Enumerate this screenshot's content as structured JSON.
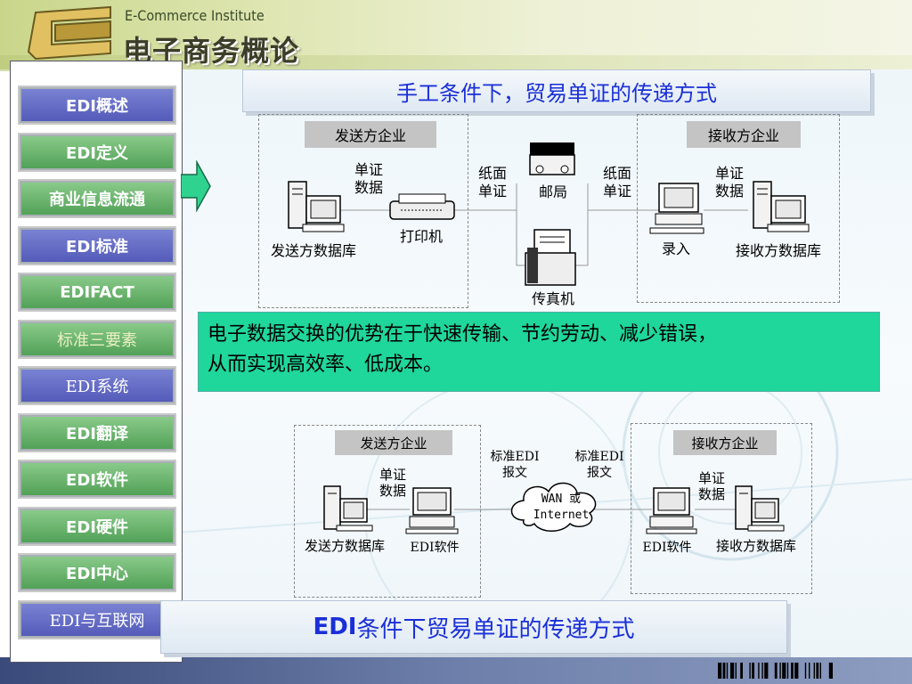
{
  "header": {
    "subtitle": "E-Commerce Institute",
    "course_title": "电子商务概论"
  },
  "sidebar": {
    "items": [
      {
        "label": "EDI概述",
        "style": "blue"
      },
      {
        "label": "EDI定义",
        "style": "green"
      },
      {
        "label": "商业信息流通",
        "style": "green"
      },
      {
        "label": "EDI标准",
        "style": "blue"
      },
      {
        "label": "EDIFACT",
        "style": "active"
      },
      {
        "label": "标准三要素",
        "style": "dim"
      },
      {
        "label": "EDI系统",
        "style": "blue"
      },
      {
        "label": "EDI翻译",
        "style": "green"
      },
      {
        "label": "EDI软件",
        "style": "green"
      },
      {
        "label": "EDI硬件",
        "style": "green"
      },
      {
        "label": "EDI中心",
        "style": "green"
      },
      {
        "label": "EDI与互联网",
        "style": "blue"
      }
    ]
  },
  "manual_diagram": {
    "title": "手工条件下，贸易单证的传递方式",
    "sender_label": "发送方企业",
    "receiver_label": "接收方企业",
    "doc_data_left": [
      "单证",
      "数据"
    ],
    "printer": "打印机",
    "sender_db": "发送方数据库",
    "paper_doc_left": [
      "纸面",
      "单证"
    ],
    "post_office": "邮局",
    "paper_doc_right": [
      "纸面",
      "单证"
    ],
    "fax": "传真机",
    "entry": "录入",
    "doc_data_right": [
      "单证",
      "数据"
    ],
    "receiver_db": "接收方数据库"
  },
  "advantage_text": {
    "line1": "电子数据交换的优势在于快速传输、节约劳动、减少错误，",
    "line2": "从而实现高效率、低成本。"
  },
  "edi_diagram": {
    "title_bold": "EDI",
    "title_rest": "条件下贸易单证的传递方式",
    "sender_label": "发送方企业",
    "receiver_label": "接收方企业",
    "doc_data_left": [
      "单证",
      "数据"
    ],
    "sender_db": "发送方数据库",
    "edi_software_left": "EDI软件",
    "std_msg_left": [
      "标准EDI",
      "报文"
    ],
    "std_msg_right": [
      "标准EDI",
      "报文"
    ],
    "network": [
      "WAN 或",
      "Internet"
    ],
    "edi_software_right": "EDI软件",
    "doc_data_right": [
      "单证",
      "数据"
    ],
    "receiver_db": "接收方数据库"
  },
  "colors": {
    "title_blue": "#1a2fd8",
    "advantage_green": "#1fd79a",
    "nav_blue": "#5259b8",
    "nav_green": "#4f9f55"
  }
}
